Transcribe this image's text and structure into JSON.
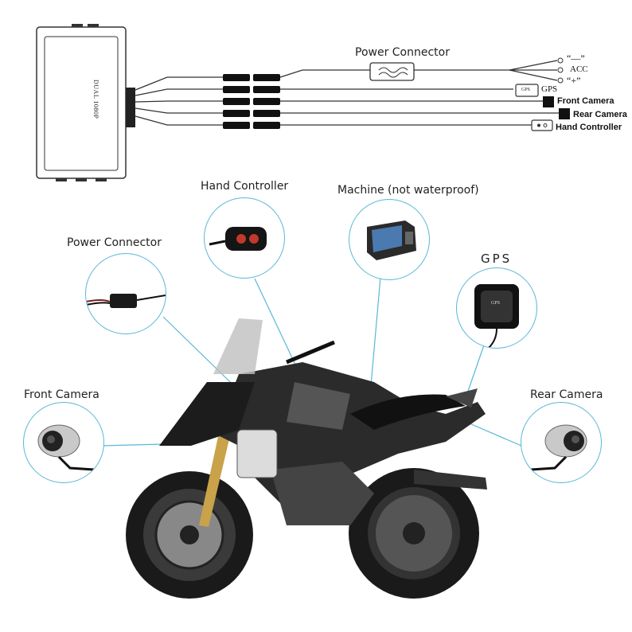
{
  "wiring": {
    "device_label": "DUAL 1080P",
    "power_connector": "Power Connector",
    "minus": "“—”",
    "acc": "ACC",
    "plus": "“+”",
    "gps": "GPS",
    "gps_box": "GPS",
    "front_camera": "Front Camera",
    "rear_camera": "Rear Camera",
    "hand_controller": "Hand Controller"
  },
  "callouts": {
    "hand_controller": "Hand Controller",
    "machine": "Machine (not waterproof)",
    "power_connector": "Power Connector",
    "gps": "GPS",
    "gps_device": "GPS",
    "front_camera": "Front Camera",
    "rear_camera": "Rear Camera"
  },
  "colors": {
    "accent_line": "#5ab6d8",
    "wire": "#333333",
    "bike_body": "#2b2b2b",
    "bike_dark": "#111111"
  }
}
